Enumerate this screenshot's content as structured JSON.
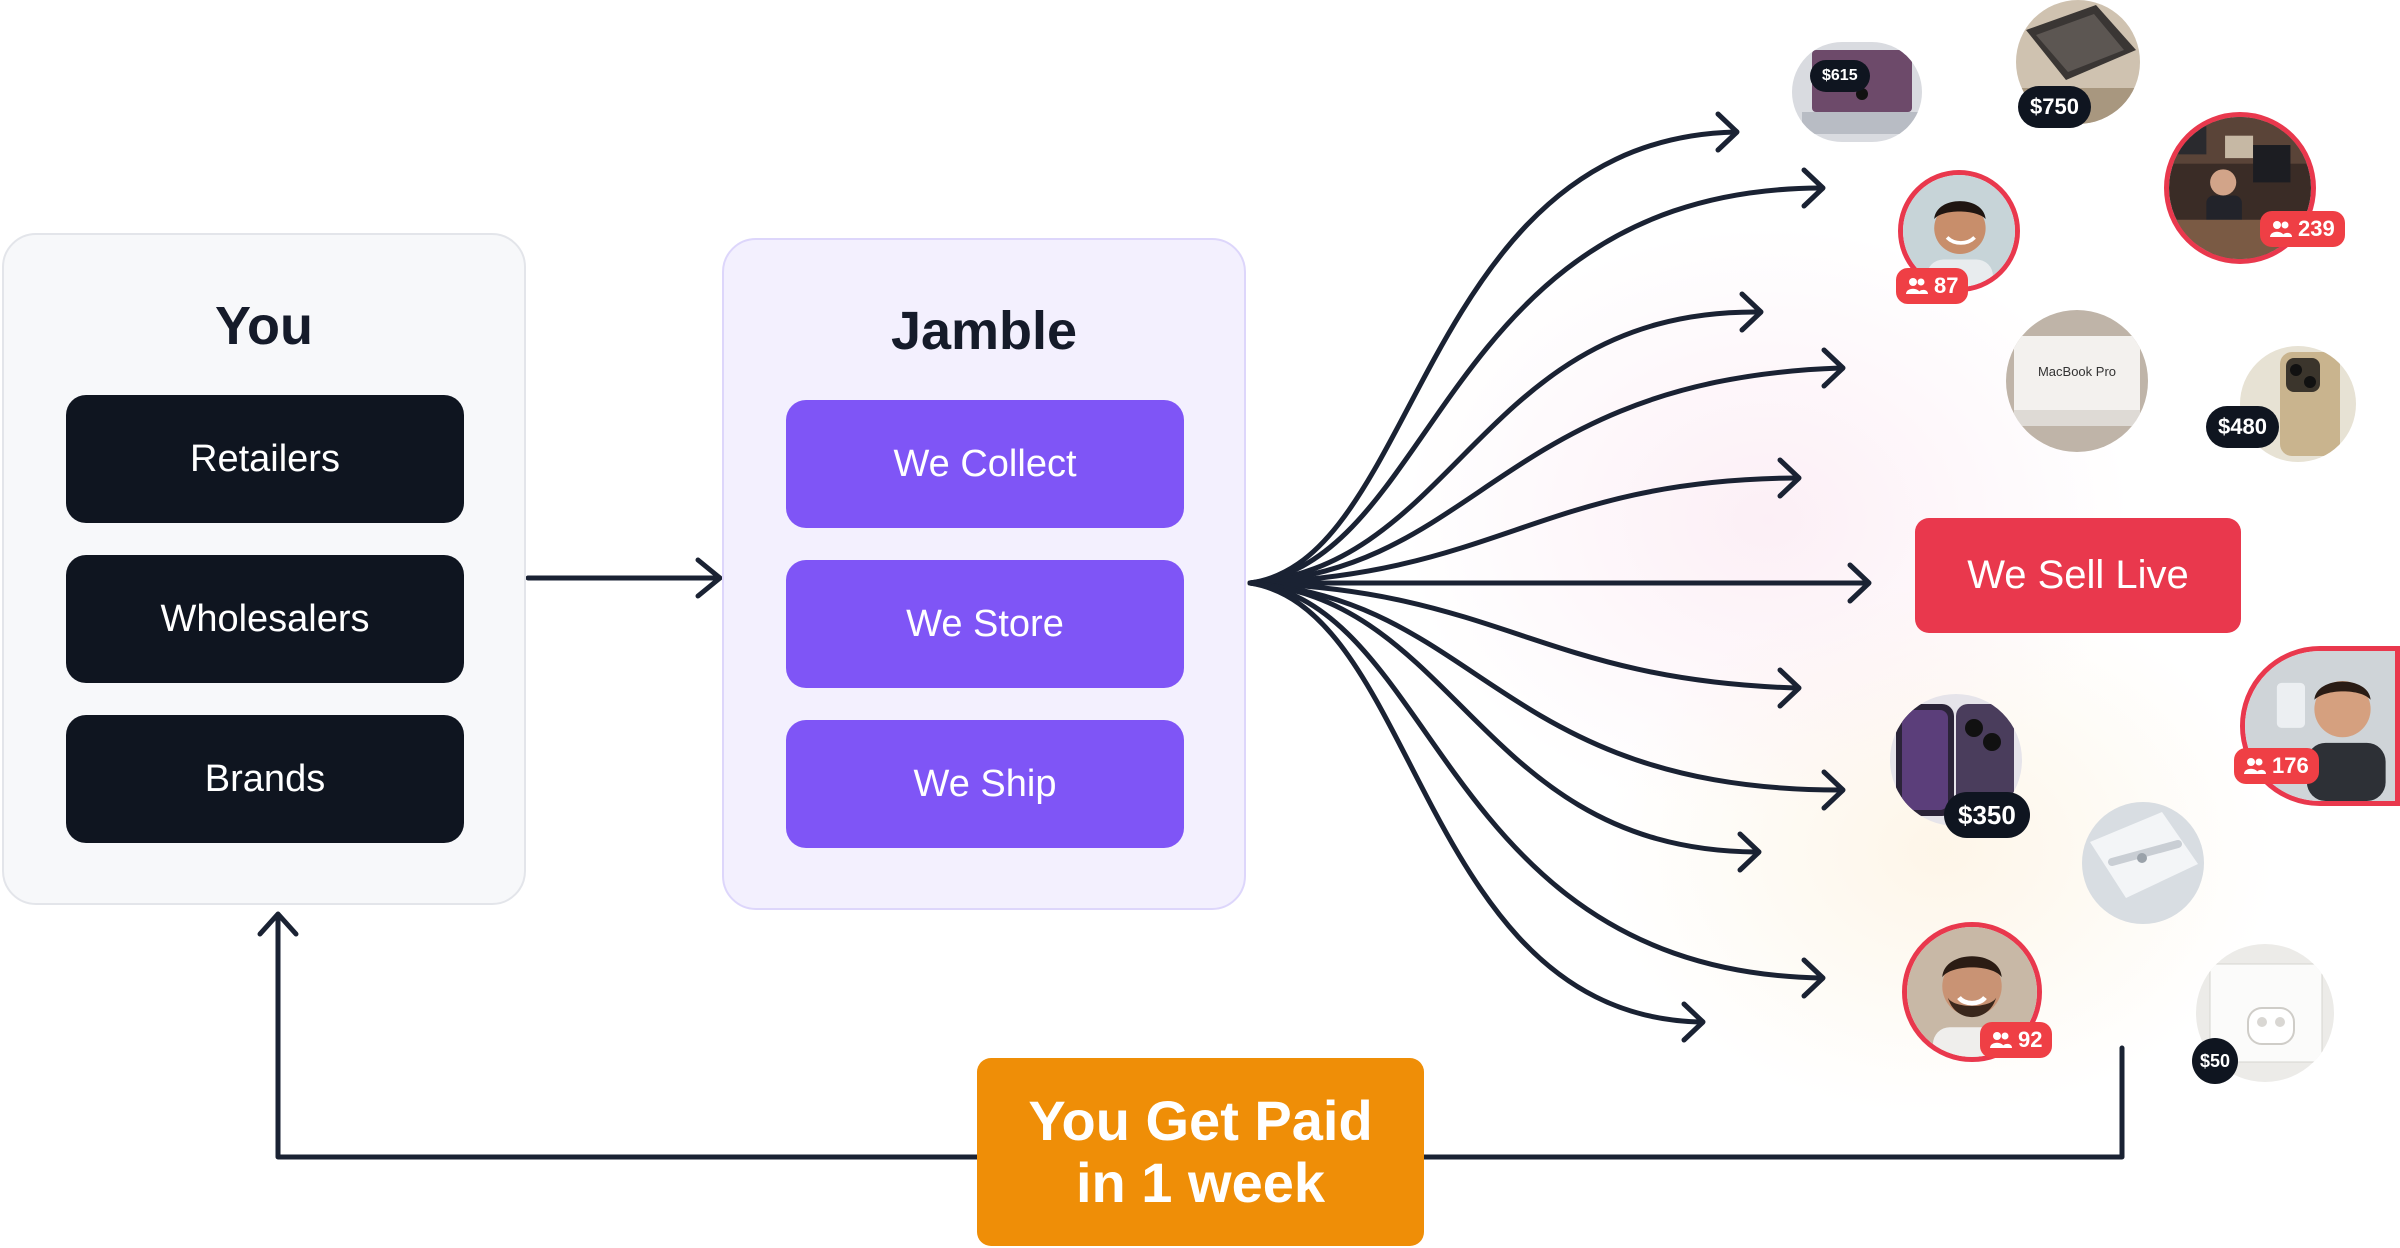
{
  "you_panel": {
    "title": "You",
    "items": [
      "Retailers",
      "Wholesalers",
      "Brands"
    ]
  },
  "jamble_panel": {
    "title": "Jamble",
    "items": [
      "We Collect",
      "We Store",
      "We Ship"
    ]
  },
  "sell_live_label": "We Sell Live",
  "paid_label": {
    "line1": "You Get Paid",
    "line2": "in 1 week"
  },
  "listings": {
    "laptop_open": {
      "price": "$615"
    },
    "laptop_box": {
      "price": "$750"
    },
    "store_stream": {
      "viewers": "239"
    },
    "man_smiling": {
      "viewers": "87"
    },
    "macbook_box": {
      "box_text": "MacBook Pro"
    },
    "phone_gold": {
      "price": "$480"
    },
    "man_phone": {
      "viewers": "176"
    },
    "phone_purple": {
      "price": "$350"
    },
    "pencil": {},
    "man_beard": {
      "viewers": "92"
    },
    "airpods": {
      "price": "$50"
    }
  },
  "colors": {
    "dark": "#0f1520",
    "purple": "#7f55f6",
    "red": "#e9384d",
    "orange": "#ef8e07",
    "arrow": "#1a2233"
  }
}
